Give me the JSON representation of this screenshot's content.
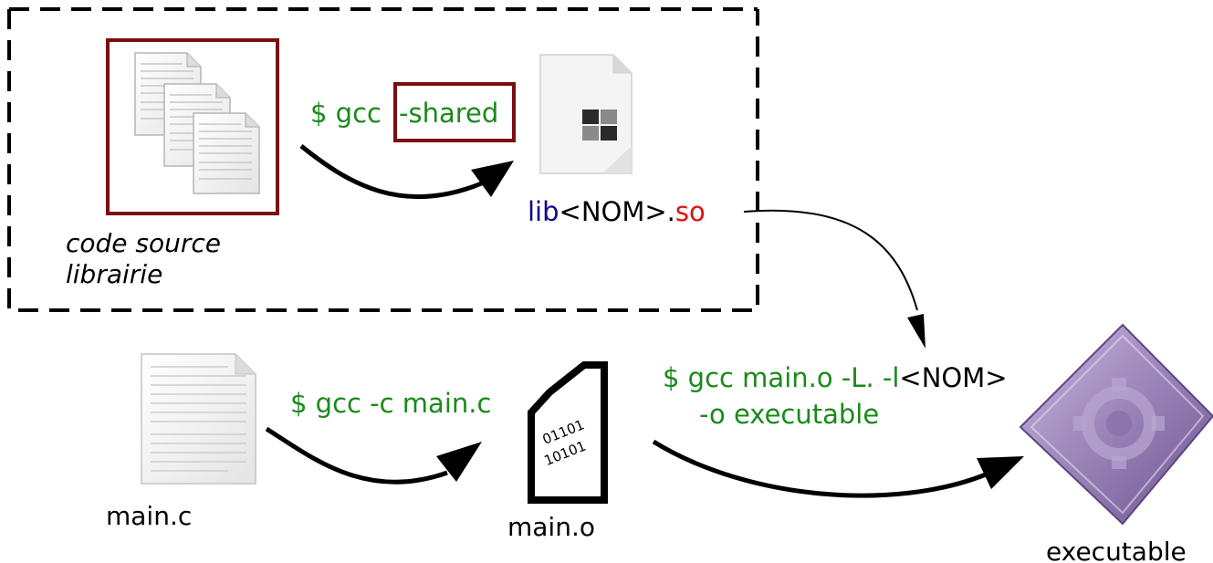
{
  "top_box": {
    "source_label_line1": "code source",
    "source_label_line2": "librairie",
    "cmd_gcc": "$ gcc",
    "cmd_flag": "-shared",
    "lib_prefix": "lib",
    "lib_name": "<NOM>.",
    "lib_ext": "so"
  },
  "bottom": {
    "main_c_label": "main.c",
    "compile_cmd": "$ gcc -c main.c",
    "main_o_label": "main.o",
    "object_bits_line1": "01101",
    "object_bits_line2": "10101",
    "link_cmd_part1": "$ gcc main.o -L. -l",
    "link_cmd_part2": "<NOM>",
    "link_cmd_line2": "-o executable",
    "exe_label": "executable"
  },
  "colors": {
    "command_green": "#1a8a1a",
    "lib_prefix_blue": "#0a0a8a",
    "lib_ext_red": "#e01010",
    "highlight_frame": "#7a0f0f",
    "executable_purple": "#9a83b8"
  },
  "icons": [
    "source-files-icon",
    "shared-library-icon",
    "c-file-icon",
    "object-file-icon",
    "executable-icon"
  ]
}
